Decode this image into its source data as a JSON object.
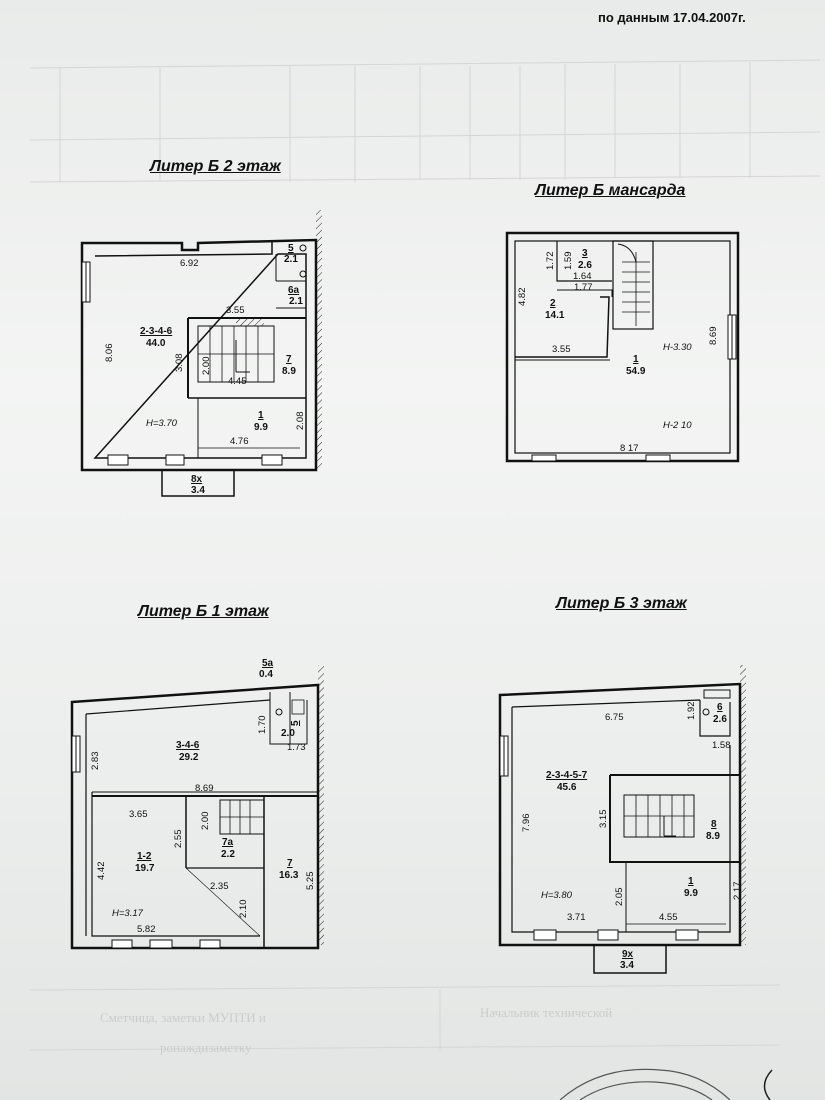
{
  "header_date": "по данным 17.04.2007г.",
  "plans": {
    "floor2": {
      "title": "Литер Б 2 этаж",
      "rooms": {
        "big": {
          "id": "2-3-4-6",
          "area": "44.0"
        },
        "r5": {
          "id": "5",
          "area": "2.1"
        },
        "r6a": {
          "id": "6а",
          "area": "2.1"
        },
        "r7": {
          "id": "7",
          "area": "8.9"
        },
        "r1": {
          "id": "1",
          "area": "9.9"
        },
        "r8x": {
          "id": "8х",
          "area": "3.4"
        }
      },
      "dims": {
        "d692": "6.92",
        "d806": "8.06",
        "d355": "3.55",
        "d308": "3.08",
        "d200": "2.00",
        "d445": "4.45",
        "d208": "2.08",
        "d476": "4.76"
      },
      "height": "Н=3.70"
    },
    "attic": {
      "title": "Литер Б мансарда",
      "rooms": {
        "r3": {
          "id": "3",
          "area": "2.6"
        },
        "r2": {
          "id": "2",
          "area": "14.1"
        },
        "r1": {
          "id": "1",
          "area": "54.9"
        }
      },
      "dims": {
        "d172": "1.72",
        "d159": "1.59",
        "d164": "1.64",
        "d177": "1.77",
        "d482": "4.82",
        "d355": "3.55",
        "d869": "8.69",
        "d817": "8 17"
      },
      "height1": "Н-3.30",
      "height2": "Н-2 10"
    },
    "floor1": {
      "title": "Литер Б 1 этаж",
      "rooms": {
        "r5a": {
          "id": "5а",
          "area": "0.4"
        },
        "r5": {
          "id": "5",
          "area": "2.0"
        },
        "r346": {
          "id": "3-4-6",
          "area": "29.2"
        },
        "r12": {
          "id": "1-2",
          "area": "19.7"
        },
        "r7a": {
          "id": "7а",
          "area": "2.2"
        },
        "r7": {
          "id": "7",
          "area": "16.3"
        }
      },
      "dims": {
        "d170": "1.70",
        "d173": "1.73",
        "d283": "2.83",
        "d869": "8.69",
        "d365": "3.65",
        "d255": "2.55",
        "d200": "2.00",
        "d442": "4.42",
        "d235": "2.35",
        "d210": "2.10",
        "d525": "5.25",
        "d582": "5.82"
      },
      "height": "Н=3.17"
    },
    "floor3": {
      "title": "Литер Б 3 этаж",
      "rooms": {
        "r6": {
          "id": "6",
          "area": "2.6"
        },
        "big": {
          "id": "2-3-4-5-7",
          "area": "45.6"
        },
        "r8": {
          "id": "8",
          "area": "8.9"
        },
        "r1": {
          "id": "1",
          "area": "9.9"
        },
        "r9x": {
          "id": "9х",
          "area": "3.4"
        }
      },
      "dims": {
        "d675": "6.75",
        "d192": "1.92",
        "d158": "1.58",
        "d796": "7.96",
        "d315": "3.15",
        "d205": "2.05",
        "d371": "3.71",
        "d455": "4.55",
        "d217": "2.17"
      },
      "height": "Н=3.80"
    }
  },
  "ghost_texts": [
    "Сметчица, заметки МУПТИ и",
    "Начальник технической",
    "ронаждизаметку"
  ]
}
